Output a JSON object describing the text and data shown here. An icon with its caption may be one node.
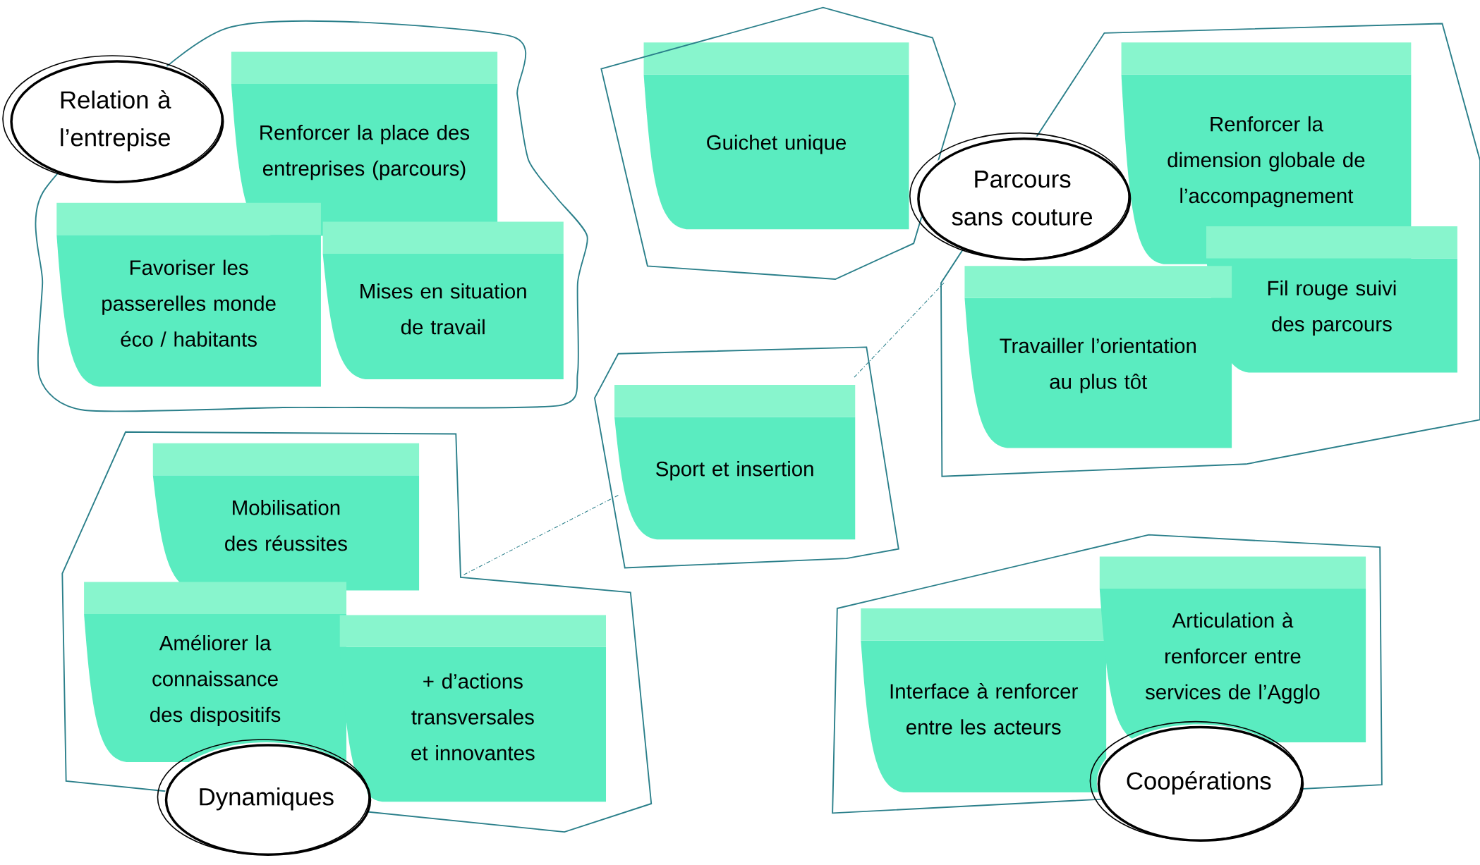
{
  "diagram": {
    "nodes": [
      {
        "text": [
          "Relation à l’entrepise"
        ]
      },
      {
        "text": [
          "Renforcer la place des entreprises (parcours)"
        ],
        "in": 0
      },
      {
        "text": [
          "Favoriser les passerelles monde éco / habitants"
        ],
        "in": 0
      },
      {
        "text": [
          "Mises en situation de travail"
        ],
        "in": 0
      },
      {
        "text": [],
        "shape": "box"
      },
      {
        "text": [
          "Guichet unique"
        ],
        "in": 4
      },
      {
        "text": [
          "Parcours sans couture"
        ]
      },
      {
        "text": [
          "Renforcer la dimension globale de l’accompagnement"
        ],
        "in": 6
      },
      {
        "text": [
          "Fil rouge suivi des parcours"
        ],
        "in": 6
      },
      {
        "text": [
          "Travailler l’orientation au plus tôt"
        ],
        "in": 6
      },
      {
        "text": [],
        "shape": "box"
      },
      {
        "text": [
          "Sport et insertion"
        ],
        "in": 10
      },
      {
        "text": [
          "Dynamiques"
        ]
      },
      {
        "text": [
          "Mobilisation des réussites"
        ],
        "in": 12
      },
      {
        "text": [
          "Améliorer la connaissance des dispositifs"
        ],
        "in": 12
      },
      {
        "text": [
          "+ d’actions transversales et innovantes"
        ],
        "in": 12
      },
      {
        "text": [
          "Coopérations"
        ]
      },
      {
        "text": [
          "Interface à renforcer entre les acteurs"
        ],
        "in": 16
      },
      {
        "text": [
          "Articulation à renforcer entre services de l’Agglo"
        ],
        "in": 16
      }
    ],
    "edges": [
      {
        "from": 10,
        "to": 6,
        "arrow": "none",
        "style": "dashed"
      },
      {
        "from": 10,
        "to": 12,
        "arrow": "none",
        "style": "dashed"
      }
    ]
  }
}
